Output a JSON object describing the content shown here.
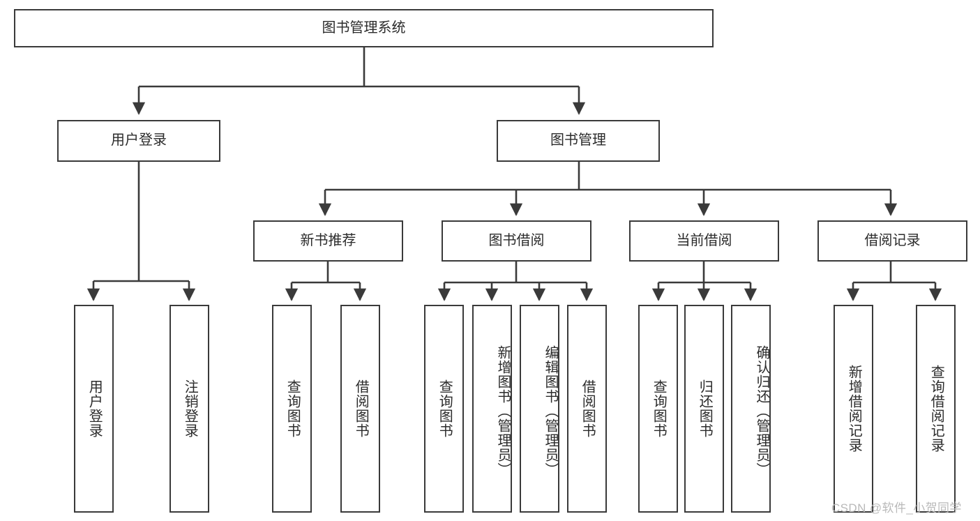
{
  "diagram": {
    "title": "图书管理系统",
    "type": "tree-hierarchy-chart",
    "root": {
      "id": "root",
      "label": "图书管理系统"
    },
    "level1": [
      {
        "id": "user-login",
        "label": "用户登录"
      },
      {
        "id": "book-mgmt",
        "label": "图书管理"
      }
    ],
    "level2": [
      {
        "id": "new-book-rec",
        "label": "新书推荐",
        "parent": "book-mgmt"
      },
      {
        "id": "book-borrow",
        "label": "图书借阅",
        "parent": "book-mgmt"
      },
      {
        "id": "current-borrow",
        "label": "当前借阅",
        "parent": "book-mgmt"
      },
      {
        "id": "borrow-record",
        "label": "借阅记录",
        "parent": "book-mgmt"
      }
    ],
    "leaves": [
      {
        "id": "leaf-user-login",
        "label": "用户登录",
        "parent": "user-login"
      },
      {
        "id": "leaf-user-logout",
        "label": "注销登录",
        "parent": "user-login"
      },
      {
        "id": "leaf-rec-query",
        "label": "查询图书",
        "parent": "new-book-rec"
      },
      {
        "id": "leaf-rec-borrow",
        "label": "借阅图书",
        "parent": "new-book-rec"
      },
      {
        "id": "leaf-borrow-query",
        "label": "查询图书",
        "parent": "book-borrow"
      },
      {
        "id": "leaf-borrow-add",
        "label": "新增图书（管理员）",
        "parent": "book-borrow"
      },
      {
        "id": "leaf-borrow-edit",
        "label": "编辑图书（管理员）",
        "parent": "book-borrow"
      },
      {
        "id": "leaf-borrow-do",
        "label": "借阅图书",
        "parent": "book-borrow"
      },
      {
        "id": "leaf-cur-query",
        "label": "查询图书",
        "parent": "current-borrow"
      },
      {
        "id": "leaf-cur-return",
        "label": "归还图书",
        "parent": "current-borrow"
      },
      {
        "id": "leaf-cur-confirm",
        "label": "确认归还（管理员）",
        "parent": "current-borrow"
      },
      {
        "id": "leaf-rec-add",
        "label": "新增借阅记录",
        "parent": "borrow-record"
      },
      {
        "id": "leaf-rec-query2",
        "label": "查询借阅记录",
        "parent": "borrow-record"
      }
    ]
  },
  "watermark": {
    "text": "CSDN @软件_小贺同学"
  },
  "colors": {
    "border": "#3a3a3a",
    "text": "#2b2b2b",
    "background": "#ffffff",
    "watermark": "#b9b9b9"
  }
}
